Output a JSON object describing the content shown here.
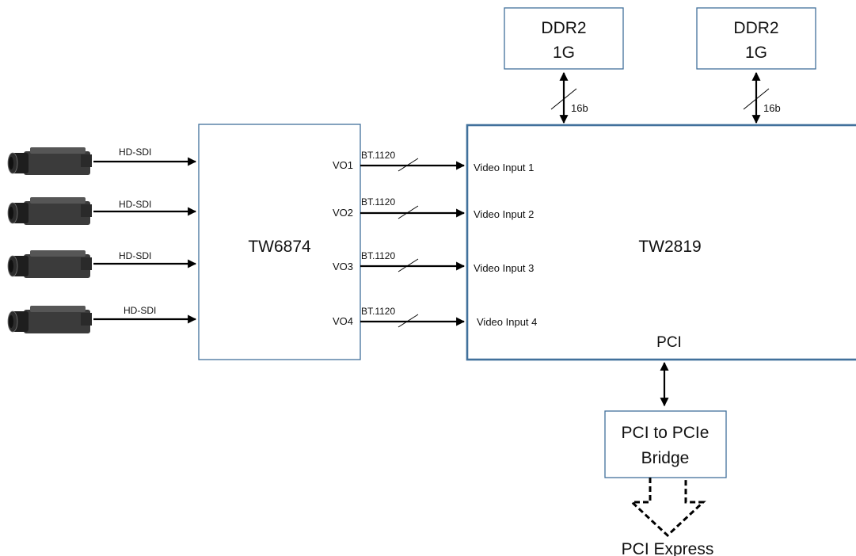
{
  "chips": {
    "tw6874": {
      "label": "TW6874",
      "outputs": [
        "VO1",
        "VO2",
        "VO3",
        "VO4"
      ]
    },
    "tw2819": {
      "label": "TW2819",
      "inputs": [
        "Video Input 1",
        "Video Input 2",
        "Video Input 3",
        "Video Input 4"
      ],
      "pci_label": "PCI"
    }
  },
  "memory": [
    {
      "line1": "DDR2",
      "line2": "1G",
      "bus": "16b"
    },
    {
      "line1": "DDR2",
      "line2": "1G",
      "bus": "16b"
    }
  ],
  "cameras": [
    {
      "link": "HD-SDI"
    },
    {
      "link": "HD-SDI"
    },
    {
      "link": "HD-SDI"
    },
    {
      "link": "HD-SDI"
    }
  ],
  "video_bus": [
    "BT.1120",
    "BT.1120",
    "BT.1120",
    "BT.1120"
  ],
  "bridge": {
    "line1": "PCI to PCIe",
    "line2": "Bridge"
  },
  "pcie_label": "PCI Express",
  "colors": {
    "box_border": "#41719c",
    "wire": "#000000",
    "camera": "#3b3b3b"
  }
}
